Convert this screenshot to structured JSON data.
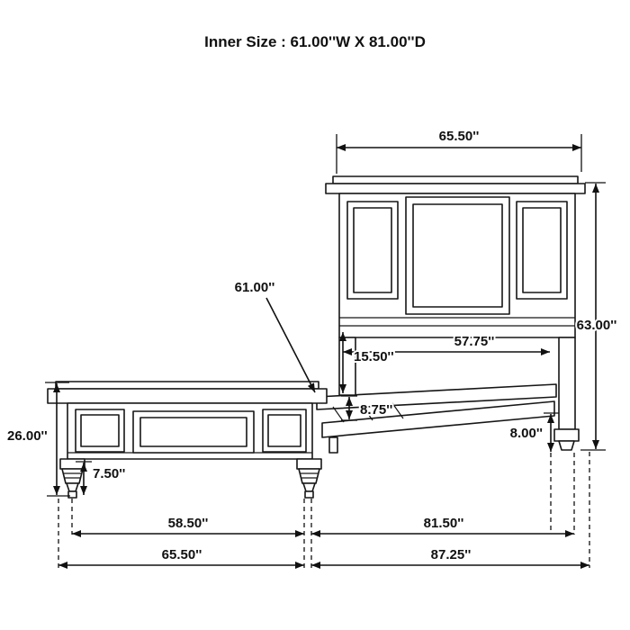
{
  "title": "Inner Size : 61.00''W X 81.00''D",
  "dimensions": {
    "headboard_width": "65.50''",
    "overall_height": "63.00''",
    "inner_width": "61.00''",
    "headboard_inner_width": "57.75''",
    "platform_to_panel": "15.50''",
    "rail_height": "8.75''",
    "under_clearance": "8.00''",
    "footboard_height": "26.00''",
    "leg_height": "7.50''",
    "footboard_inner_span": "58.50''",
    "rail_length": "81.50''",
    "footboard_width": "65.50''",
    "overall_length": "87.25''"
  },
  "colors": {
    "line": "#111111",
    "background": "#ffffff"
  }
}
